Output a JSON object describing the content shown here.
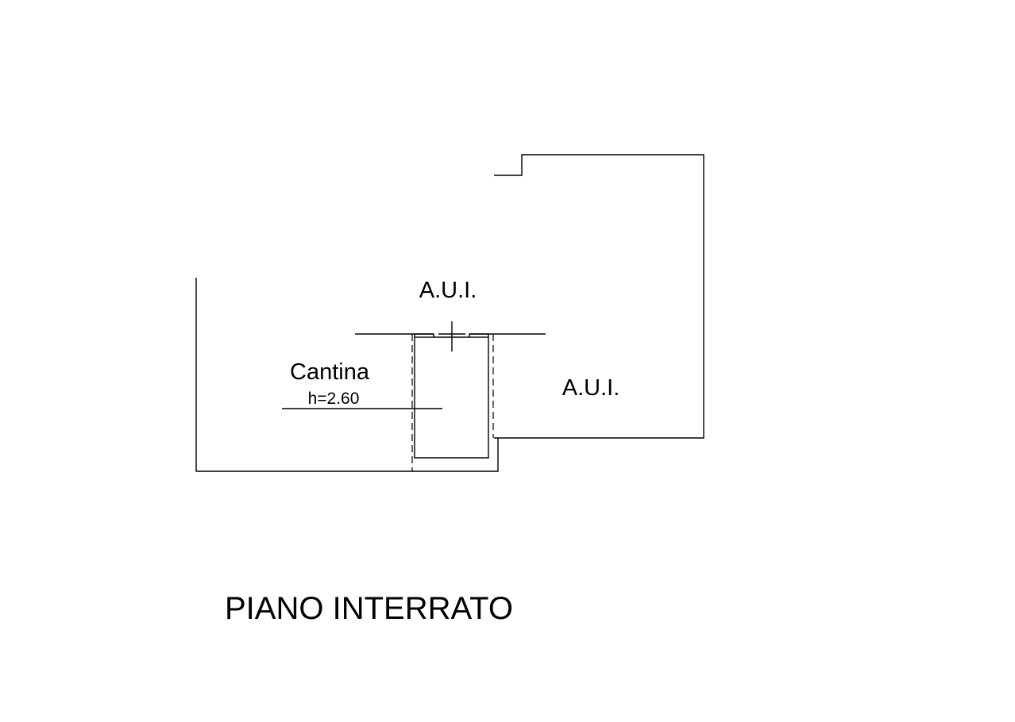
{
  "labels": {
    "aui_top": "A.U.I.",
    "aui_right": "A.U.I.",
    "room_name": "Cantina",
    "room_height": "h=2.60",
    "floor_title": "PIANO INTERRATO"
  }
}
